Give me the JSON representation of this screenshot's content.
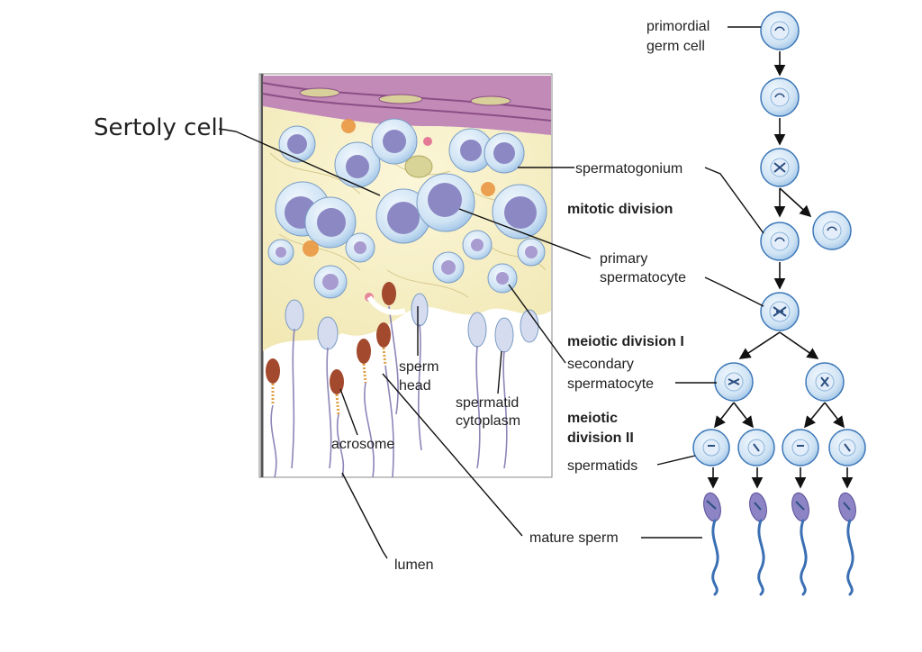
{
  "labels": {
    "sertoly_cell": "Sertoly cell",
    "primordial_germ_cell": [
      "primordial",
      "germ cell"
    ],
    "spermatogonium": "spermatogonium",
    "mitotic_division": "mitotic division",
    "primary_spermatocyte": [
      "primary",
      "spermatocyte"
    ],
    "meiotic_division_1": "meiotic division I",
    "secondary_spermatocyte": [
      "secondary",
      "spermatocyte"
    ],
    "meiotic_division_2": [
      "meiotic",
      "division II"
    ],
    "spermatids": "spermatids",
    "mature_sperm": "mature sperm",
    "sperm_head": [
      "sperm",
      "head"
    ],
    "spermatid_cytoplasm": [
      "spermatid",
      "cytoplasm"
    ],
    "acrosome": "acrosome",
    "lumen": "lumen"
  },
  "colors": {
    "cell_fill": "#cfe3f4",
    "cell_stroke": "#3d78b8",
    "nucleus": "#8c88c4",
    "tissue": "#f7f0c6",
    "membrane": "#a86aa0",
    "acrosome": "#a34a2e",
    "sperm_tail": "#3a6fb4"
  }
}
